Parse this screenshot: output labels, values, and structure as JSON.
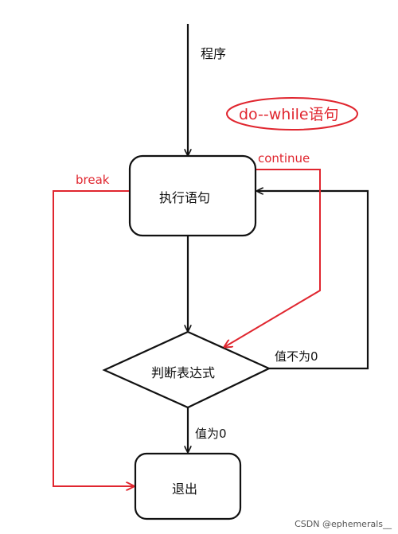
{
  "nodes": {
    "execute": "执行语句",
    "condition": "判断表达式",
    "exit": "退出"
  },
  "labels": {
    "program": "程序",
    "title": "do--while语句",
    "continue": "continue",
    "break": "break",
    "not_zero": "值不为0",
    "zero": "值为0"
  },
  "colors": {
    "flow": "#111111",
    "control": "#e0262f"
  },
  "watermark": "CSDN @ephemerals__"
}
